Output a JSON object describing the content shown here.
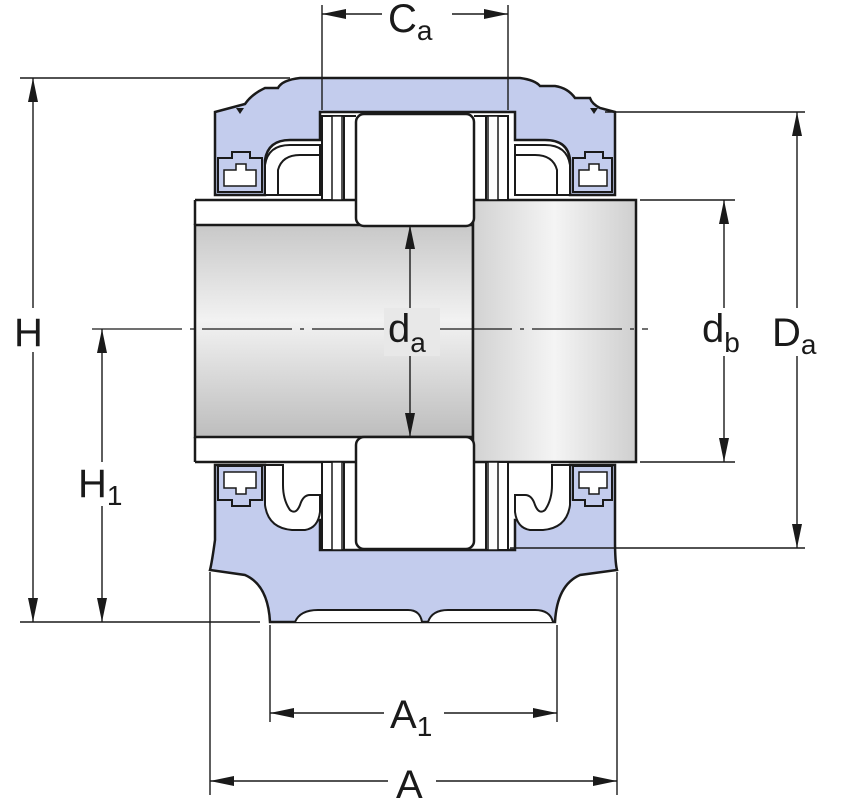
{
  "diagram": {
    "colors": {
      "housing": "#c3cced",
      "shaft": "#d9d9d9",
      "roller": "#ffffff",
      "outline": "#1a1a1a",
      "background": "#ffffff"
    },
    "labels": {
      "Ca": {
        "main": "C",
        "sub": "a"
      },
      "H": {
        "main": "H",
        "sub": ""
      },
      "H1": {
        "main": "H",
        "sub": "1"
      },
      "da": {
        "main": "d",
        "sub": "a"
      },
      "db": {
        "main": "d",
        "sub": "b"
      },
      "Da": {
        "main": "D",
        "sub": "a"
      },
      "A1": {
        "main": "A",
        "sub": "1"
      },
      "A": {
        "main": "A",
        "sub": ""
      }
    }
  }
}
